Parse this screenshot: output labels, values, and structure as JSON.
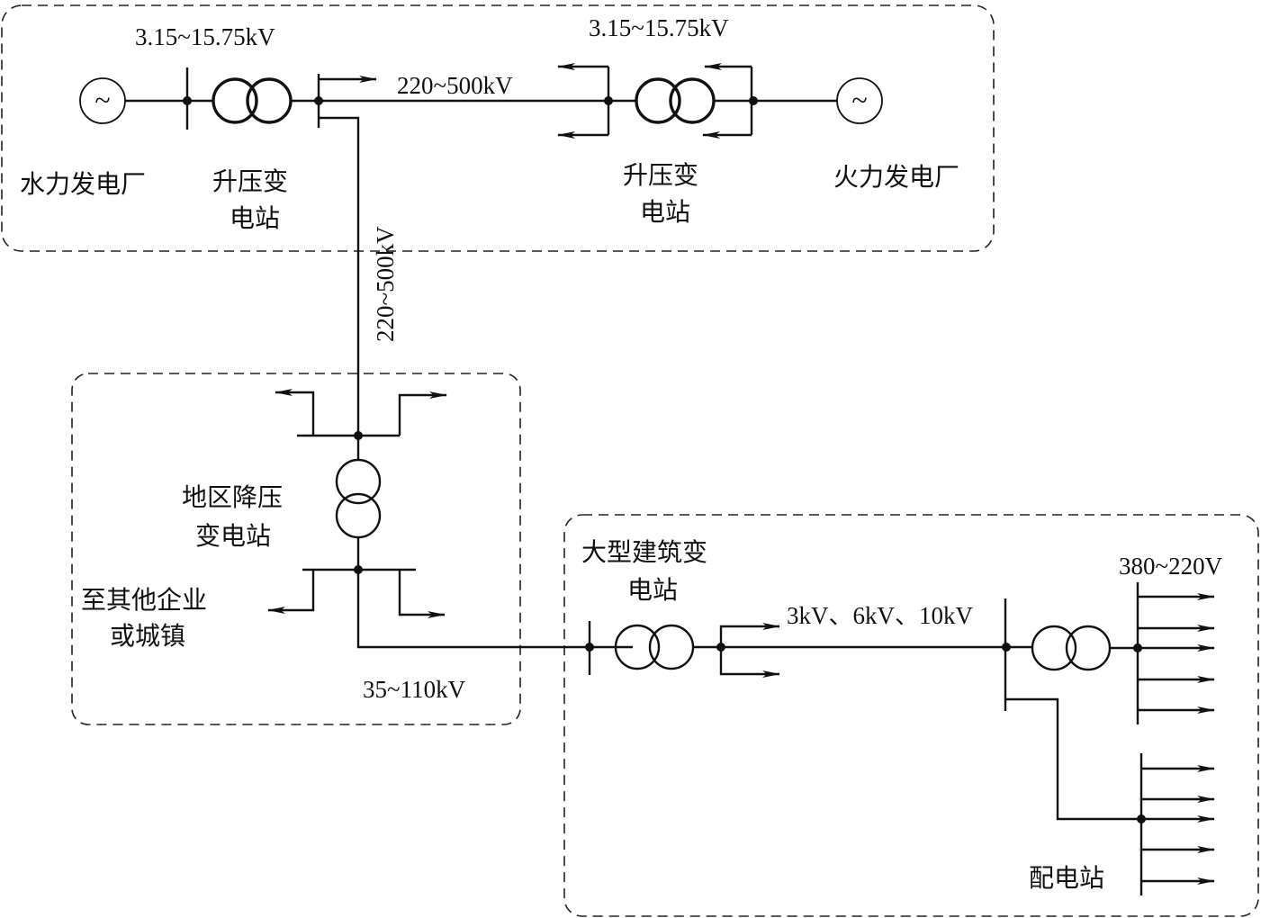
{
  "diagram": {
    "title": "Power supply system single-line diagram",
    "groups": {
      "generation": {
        "hydro_plant_label": "水力发电厂",
        "thermal_plant_label": "火力发电厂",
        "stepup_left_label_line1": "升压变",
        "stepup_left_label_line2": "电站",
        "stepup_right_label_line1": "升压变",
        "stepup_right_label_line2": "电站",
        "gen_voltage_left": "3.15~15.75kV",
        "gen_voltage_right": "3.15~15.75kV",
        "transmission_voltage": "220~500kV"
      },
      "transmission_line": {
        "voltage_vertical": "220~500kV"
      },
      "regional_substation": {
        "label_line1": "地区降压",
        "label_line2": "变电站",
        "other_consumers_line1": "至其他企业",
        "other_consumers_line2": "或城镇",
        "output_voltage": "35~110kV"
      },
      "building_substation": {
        "label_line1": "大型建筑变",
        "label_line2": "电站",
        "distribution_voltage": "3kV、6kV、10kV",
        "low_voltage": "380~220V",
        "distribution_station_label": "配电站"
      }
    },
    "symbols": {
      "generator_glyph": "~"
    }
  }
}
